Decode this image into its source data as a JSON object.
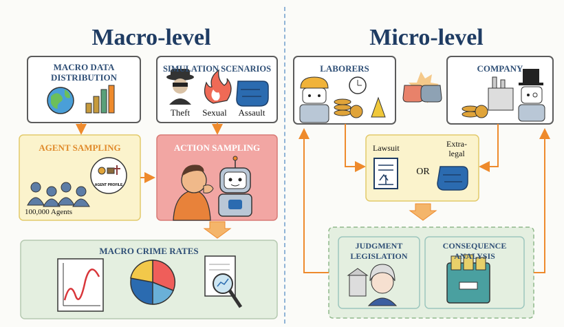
{
  "macro": {
    "title": "Macro-level",
    "distribution_label": "MACRO DATA DISTRIBUTION",
    "scenarios_label": "SIMULATION SCENARIOS",
    "scenarios": [
      "Theft",
      "Sexual",
      "Assault"
    ],
    "agent_sampling_label": "AGENT  SAMPLING",
    "agent_profile_badge": "AGENT PROFILE",
    "agents_count": "100,000 Agents",
    "action_sampling_label": "ACTION  SAMPLING",
    "crime_rates_label": "MACRO CRIME RATES"
  },
  "micro": {
    "title": "Micro-level",
    "laborers_label": "LABORERS",
    "company_label": "COMPANY",
    "lawsuit_label": "Lawsuit",
    "or_label": "OR",
    "extralegal_label": "Extra-legal",
    "judgment_label": "JUDGMENT LEGISLATION",
    "consequence_label": "CONSEQUENCE ANALYSIS"
  },
  "colors": {
    "title": "#1f3c63",
    "label": "#2f4f76",
    "arrow": "#ee8a2c",
    "agent_fill": "#fbf3cc",
    "action_fill": "#f2a6a3",
    "crime_fill": "#e4efe0",
    "micro_mid_fill": "#fbf3cc",
    "micro_bottom_fill": "#e4efe0"
  }
}
